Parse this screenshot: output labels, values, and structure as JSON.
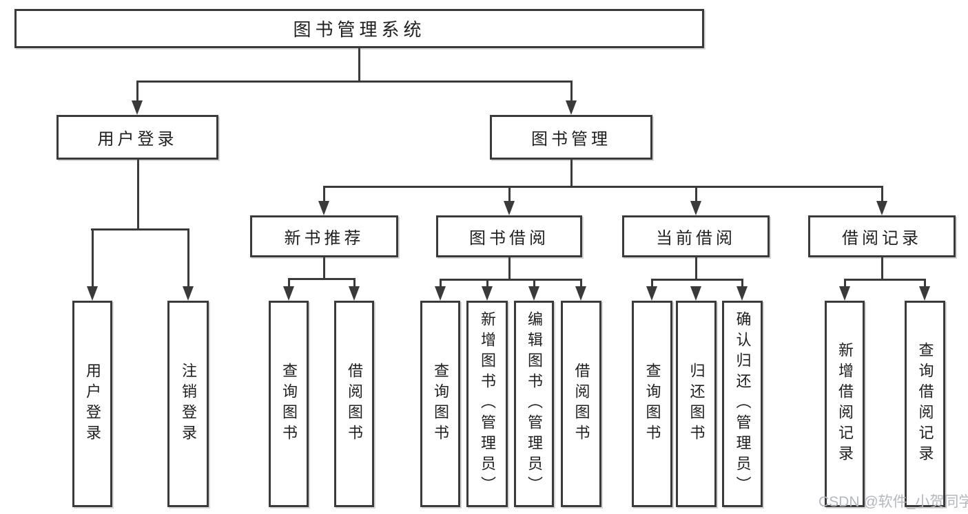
{
  "title": "图书管理系统",
  "watermark": "CSDN @软件_小贺同学",
  "colors": {
    "line": "#3a3a3a",
    "box_border": "#3a3a3a",
    "text": "#1f1f1f",
    "watermark": "#b4b7bd",
    "background": "#ffffff"
  },
  "nodes": {
    "root": {
      "label": "图书管理系统"
    },
    "user_login": {
      "label": "用户登录"
    },
    "book_mgmt": {
      "label": "图书管理"
    },
    "new_book_rec": {
      "label": "新书推荐"
    },
    "book_borrow": {
      "label": "图书借阅"
    },
    "current_borrow": {
      "label": "当前借阅"
    },
    "borrow_records": {
      "label": "借阅记录"
    },
    "leaf_ul_login": {
      "label": "用户登录"
    },
    "leaf_ul_logout": {
      "label": "注销登录"
    },
    "leaf_nbr_query": {
      "label": "查询图书"
    },
    "leaf_nbr_borrow": {
      "label": "借阅图书"
    },
    "leaf_bb_query": {
      "label": "查询图书"
    },
    "leaf_bb_add": {
      "label": "新增图书（管理员）"
    },
    "leaf_bb_edit": {
      "label": "编辑图书（管理员）"
    },
    "leaf_bb_borrow": {
      "label": "借阅图书"
    },
    "leaf_cb_query": {
      "label": "查询图书"
    },
    "leaf_cb_return": {
      "label": "归还图书"
    },
    "leaf_cb_confirm": {
      "label": "确认归还（管理员）"
    },
    "leaf_br_add": {
      "label": "新增借阅记录"
    },
    "leaf_br_query": {
      "label": "查询借阅记录"
    }
  },
  "structure": {
    "root": [
      "user_login",
      "book_mgmt"
    ],
    "user_login": [
      "leaf_ul_login",
      "leaf_ul_logout"
    ],
    "book_mgmt": [
      "new_book_rec",
      "book_borrow",
      "current_borrow",
      "borrow_records"
    ],
    "new_book_rec": [
      "leaf_nbr_query",
      "leaf_nbr_borrow"
    ],
    "book_borrow": [
      "leaf_bb_query",
      "leaf_bb_add",
      "leaf_bb_edit",
      "leaf_bb_borrow"
    ],
    "current_borrow": [
      "leaf_cb_query",
      "leaf_cb_return",
      "leaf_cb_confirm"
    ],
    "borrow_records": [
      "leaf_br_add",
      "leaf_br_query"
    ]
  }
}
